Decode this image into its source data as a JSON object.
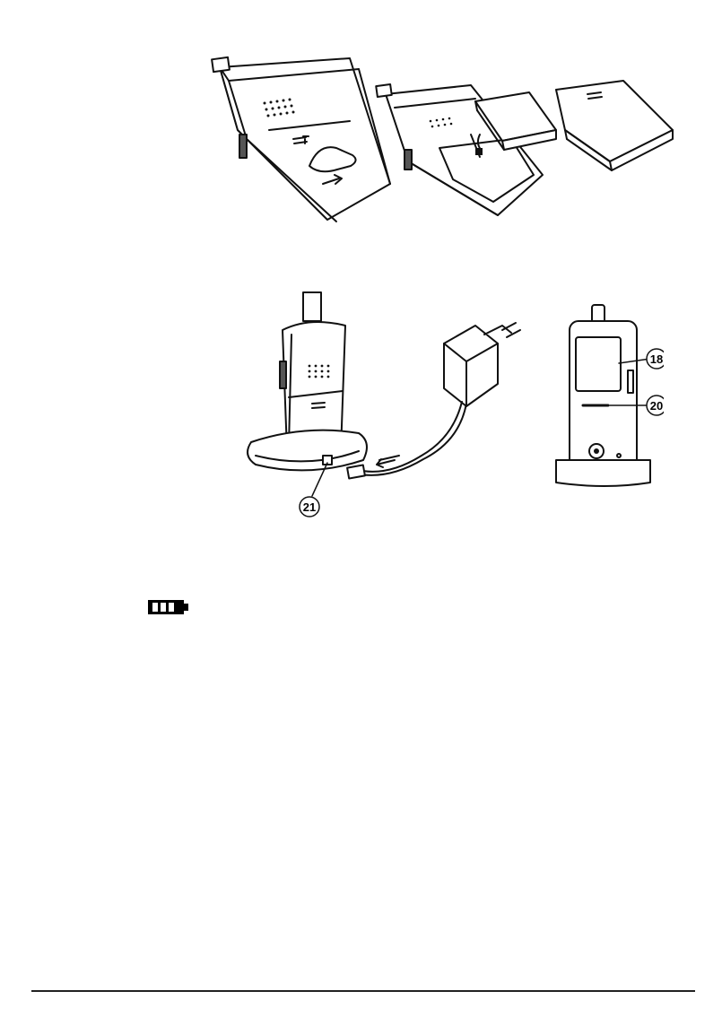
{
  "figures": {
    "charging": {
      "callouts": [
        "18",
        "20",
        "21"
      ]
    }
  },
  "icons": {
    "battery_indicator": "battery-full-icon"
  }
}
